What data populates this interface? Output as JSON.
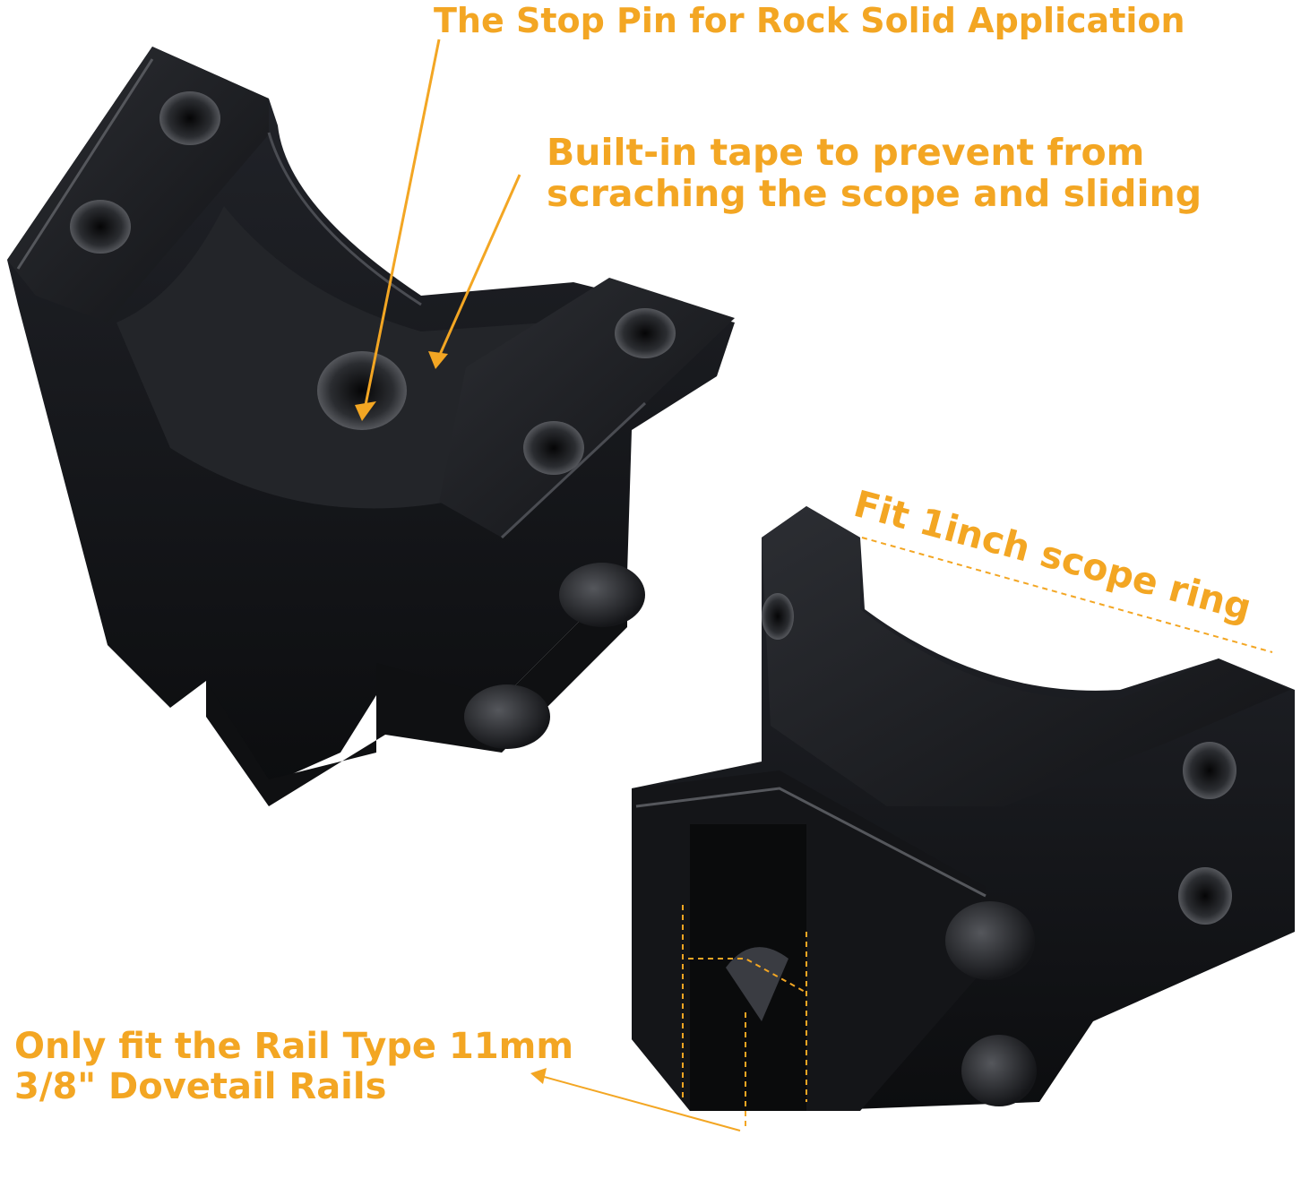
{
  "colors": {
    "background": "#ffffff",
    "annotation": "#f3a623",
    "metal": "#1b1c1f",
    "metal_highlight": "#3a3c42"
  },
  "callouts": {
    "stop_pin": "The Stop Pin for Rock Solid Application",
    "tape": {
      "line1": "Built-in tape to prevent from",
      "line2": "scraching the scope and sliding"
    },
    "scope_ring": "Fit 1inch scope ring",
    "rail": {
      "line1": "Only fit the Rail Type 11mm",
      "line2": "3/8\" Dovetail Rails"
    }
  }
}
